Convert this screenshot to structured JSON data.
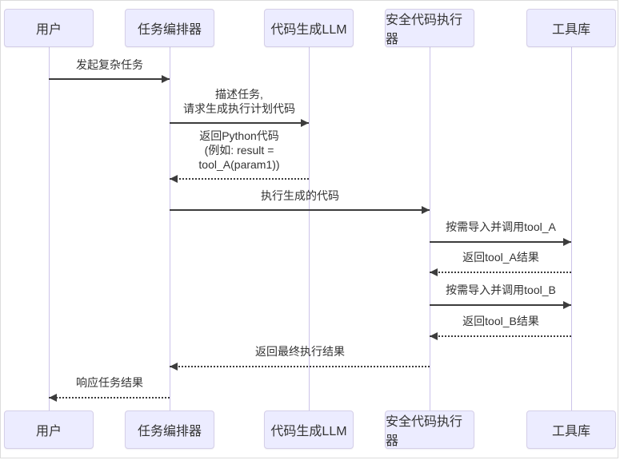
{
  "diagram": {
    "type": "sequence-diagram",
    "participants": [
      {
        "label": "用户"
      },
      {
        "label": "任务编排器"
      },
      {
        "label": "代码生成LLM"
      },
      {
        "label": "安全代码执行器"
      },
      {
        "label": "工具库"
      }
    ],
    "messages": [
      {
        "from": "用户",
        "to": "任务编排器",
        "label": "发起复杂任务",
        "line": "solid"
      },
      {
        "from": "任务编排器",
        "to": "代码生成LLM",
        "label": "描述任务,\n请求生成执行计划代码",
        "line": "solid"
      },
      {
        "from": "代码生成LLM",
        "to": "任务编排器",
        "label": "返回Python代码\n(例如: result =\ntool_A(param1))",
        "line": "dotted"
      },
      {
        "from": "任务编排器",
        "to": "安全代码执行器",
        "label": "执行生成的代码",
        "line": "solid"
      },
      {
        "from": "安全代码执行器",
        "to": "工具库",
        "label": "按需导入并调用tool_A",
        "line": "solid"
      },
      {
        "from": "工具库",
        "to": "安全代码执行器",
        "label": "返回tool_A结果",
        "line": "dotted"
      },
      {
        "from": "安全代码执行器",
        "to": "工具库",
        "label": "按需导入并调用tool_B",
        "line": "solid"
      },
      {
        "from": "工具库",
        "to": "安全代码执行器",
        "label": "返回tool_B结果",
        "line": "dotted"
      },
      {
        "from": "安全代码执行器",
        "to": "任务编排器",
        "label": "返回最终执行结果",
        "line": "dotted"
      },
      {
        "from": "任务编排器",
        "to": "用户",
        "label": "响应任务结果",
        "line": "dotted"
      }
    ],
    "colors": {
      "actor_fill": "#ECECFF",
      "actor_border": "#d5cfe8",
      "lifeline": "#ccc3ea",
      "arrow": "#3c3c3c",
      "text": "#333333"
    }
  }
}
